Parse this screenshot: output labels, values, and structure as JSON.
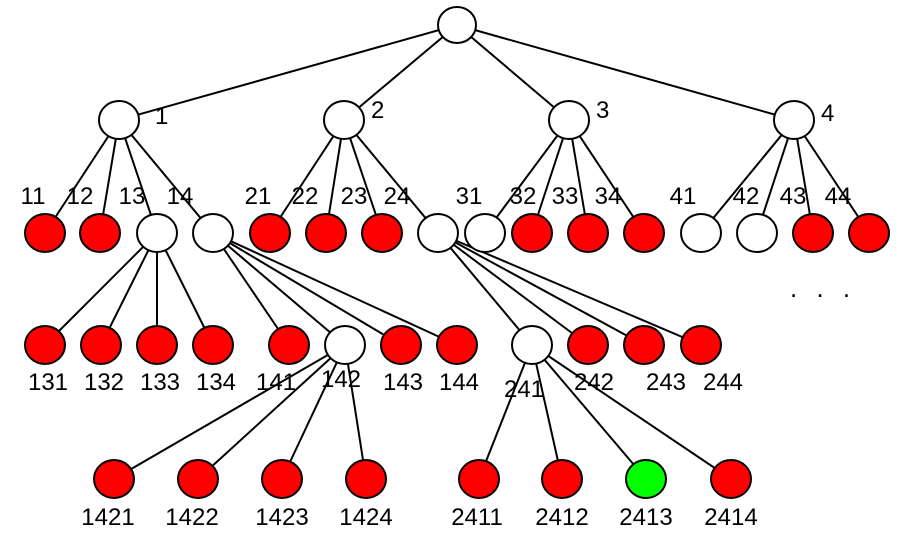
{
  "colors": {
    "white": "#ffffff",
    "red": "#ff0000",
    "green": "#00ff00",
    "stroke": "#000000"
  },
  "ellipsis": ". . .",
  "nodes": [
    {
      "id": "root",
      "label": "",
      "parent": null,
      "fill": "white"
    },
    {
      "id": "n1",
      "label": "1",
      "parent": "root",
      "fill": "white"
    },
    {
      "id": "n2",
      "label": "2",
      "parent": "root",
      "fill": "white"
    },
    {
      "id": "n3",
      "label": "3",
      "parent": "root",
      "fill": "white"
    },
    {
      "id": "n4",
      "label": "4",
      "parent": "root",
      "fill": "white"
    },
    {
      "id": "n11",
      "label": "11",
      "parent": "n1",
      "fill": "red"
    },
    {
      "id": "n12",
      "label": "12",
      "parent": "n1",
      "fill": "red"
    },
    {
      "id": "n13",
      "label": "13",
      "parent": "n1",
      "fill": "white"
    },
    {
      "id": "n14",
      "label": "14",
      "parent": "n1",
      "fill": "white"
    },
    {
      "id": "n21",
      "label": "21",
      "parent": "n2",
      "fill": "red"
    },
    {
      "id": "n22",
      "label": "22",
      "parent": "n2",
      "fill": "red"
    },
    {
      "id": "n23",
      "label": "23",
      "parent": "n2",
      "fill": "red"
    },
    {
      "id": "n24",
      "label": "24",
      "parent": "n2",
      "fill": "white"
    },
    {
      "id": "n31",
      "label": "31",
      "parent": "n3",
      "fill": "white"
    },
    {
      "id": "n32",
      "label": "32",
      "parent": "n3",
      "fill": "red"
    },
    {
      "id": "n33",
      "label": "33",
      "parent": "n3",
      "fill": "red"
    },
    {
      "id": "n34",
      "label": "34",
      "parent": "n3",
      "fill": "red"
    },
    {
      "id": "n41",
      "label": "41",
      "parent": "n4",
      "fill": "white"
    },
    {
      "id": "n42",
      "label": "42",
      "parent": "n4",
      "fill": "white"
    },
    {
      "id": "n43",
      "label": "43",
      "parent": "n4",
      "fill": "red"
    },
    {
      "id": "n44",
      "label": "44",
      "parent": "n4",
      "fill": "red"
    },
    {
      "id": "n131",
      "label": "131",
      "parent": "n13",
      "fill": "red"
    },
    {
      "id": "n132",
      "label": "132",
      "parent": "n13",
      "fill": "red"
    },
    {
      "id": "n133",
      "label": "133",
      "parent": "n13",
      "fill": "red"
    },
    {
      "id": "n134",
      "label": "134",
      "parent": "n13",
      "fill": "red"
    },
    {
      "id": "n141",
      "label": "141",
      "parent": "n14",
      "fill": "red"
    },
    {
      "id": "n142",
      "label": "142",
      "parent": "n14",
      "fill": "white"
    },
    {
      "id": "n143",
      "label": "143",
      "parent": "n14",
      "fill": "red"
    },
    {
      "id": "n144",
      "label": "144",
      "parent": "n14",
      "fill": "red"
    },
    {
      "id": "n241",
      "label": "241",
      "parent": "n24",
      "fill": "white"
    },
    {
      "id": "n242",
      "label": "242",
      "parent": "n24",
      "fill": "red"
    },
    {
      "id": "n243",
      "label": "243",
      "parent": "n24",
      "fill": "red"
    },
    {
      "id": "n244",
      "label": "244",
      "parent": "n24",
      "fill": "red"
    },
    {
      "id": "n1421",
      "label": "1421",
      "parent": "n142",
      "fill": "red"
    },
    {
      "id": "n1422",
      "label": "1422",
      "parent": "n142",
      "fill": "red"
    },
    {
      "id": "n1423",
      "label": "1423",
      "parent": "n142",
      "fill": "red"
    },
    {
      "id": "n1424",
      "label": "1424",
      "parent": "n142",
      "fill": "red"
    },
    {
      "id": "n2411",
      "label": "2411",
      "parent": "n241",
      "fill": "red"
    },
    {
      "id": "n2412",
      "label": "2412",
      "parent": "n241",
      "fill": "red"
    },
    {
      "id": "n2413",
      "label": "2413",
      "parent": "n241",
      "fill": "green"
    },
    {
      "id": "n2414",
      "label": "2414",
      "parent": "n241",
      "fill": "red"
    }
  ]
}
